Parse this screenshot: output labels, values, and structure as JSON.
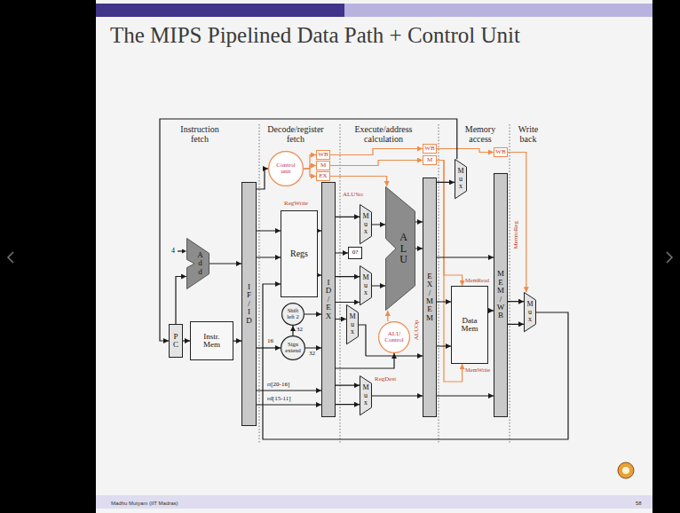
{
  "diagram": {
    "title": "The MIPS Pipelined Data Path + Control Unit",
    "nodes": [
      {
        "text": [
          "PC"
        ]
      },
      {
        "text": [
          "Instr. Mem"
        ]
      },
      {
        "text": [
          "Add"
        ]
      },
      {
        "text": [
          "IF/ID"
        ]
      },
      {
        "text": [
          "Control unit"
        ]
      },
      {
        "text": [
          "WB"
        ]
      },
      {
        "text": [
          "M"
        ]
      },
      {
        "text": [
          "EX"
        ]
      },
      {
        "text": [
          "Regs"
        ]
      },
      {
        "text": [
          "Shift left 2"
        ]
      },
      {
        "text": [
          "Sign extend"
        ]
      },
      {
        "text": [
          "ID/EX"
        ]
      },
      {
        "text": [
          "Mux"
        ]
      },
      {
        "text": [
          "0?"
        ]
      },
      {
        "text": [
          "Mux"
        ]
      },
      {
        "text": [
          "ALU"
        ]
      },
      {
        "text": [
          "ALU Control"
        ]
      },
      {
        "text": [
          "Mux"
        ]
      },
      {
        "text": [
          "Mux"
        ]
      },
      {
        "text": [
          "WB"
        ]
      },
      {
        "text": [
          "M"
        ]
      },
      {
        "text": [
          "EX/MEM"
        ]
      },
      {
        "text": [
          "Mux"
        ]
      },
      {
        "text": [
          "Data Mem"
        ]
      },
      {
        "text": [
          "WB"
        ]
      },
      {
        "text": [
          "MEM/WB"
        ]
      },
      {
        "text": [
          "Mux"
        ]
      }
    ],
    "edges": [
      {
        "from": 0,
        "to": 1,
        "arrow": "to"
      },
      {
        "from": 0,
        "to": 2,
        "arrow": "to"
      },
      {
        "from": 2,
        "to": 3,
        "arrow": "to"
      },
      {
        "from": 1,
        "to": 3,
        "arrow": "to"
      },
      {
        "from": 3,
        "to": 4,
        "arrow": "to"
      },
      {
        "from": 4,
        "to": 5,
        "arrow": "to"
      },
      {
        "from": 4,
        "to": 6,
        "arrow": "to"
      },
      {
        "from": 4,
        "to": 7,
        "arrow": "to"
      },
      {
        "from": 3,
        "to": 8,
        "arrow": "to"
      },
      {
        "from": 3,
        "to": 8,
        "arrow": "to"
      },
      {
        "from": 3,
        "to": 10,
        "arrow": "to"
      },
      {
        "from": 10,
        "to": 11,
        "arrow": "to"
      },
      {
        "from": 10,
        "to": 9,
        "arrow": "to"
      },
      {
        "from": 9,
        "to": 11,
        "arrow": "to"
      },
      {
        "from": 8,
        "to": 11,
        "arrow": "to"
      },
      {
        "from": 8,
        "to": 11,
        "arrow": "to"
      },
      {
        "from": 11,
        "to": 12,
        "arrow": "to"
      },
      {
        "from": 11,
        "to": 13,
        "arrow": "to"
      },
      {
        "from": 11,
        "to": 14,
        "arrow": "to"
      },
      {
        "from": 11,
        "to": 14,
        "arrow": "to"
      },
      {
        "from": 11,
        "to": 17,
        "arrow": "to"
      },
      {
        "from": 11,
        "to": 18,
        "arrow": "to"
      },
      {
        "from": 11,
        "to": 18,
        "arrow": "to"
      },
      {
        "from": 11,
        "to": 16,
        "arrow": "to"
      },
      {
        "from": 12,
        "to": 15,
        "arrow": "to"
      },
      {
        "from": 14,
        "to": 15,
        "arrow": "to"
      },
      {
        "from": 16,
        "to": 15,
        "arrow": "to"
      },
      {
        "from": 15,
        "to": 21,
        "arrow": "to"
      },
      {
        "from": 15,
        "to": 21,
        "arrow": "to"
      },
      {
        "from": 17,
        "to": 21,
        "arrow": "to"
      },
      {
        "from": 18,
        "to": 21,
        "arrow": "to"
      },
      {
        "from": 5,
        "to": 19,
        "arrow": "to"
      },
      {
        "from": 6,
        "to": 20,
        "arrow": "to"
      },
      {
        "from": 7,
        "to": 15,
        "arrow": "to"
      },
      {
        "from": 19,
        "to": 24,
        "arrow": "to"
      },
      {
        "from": 20,
        "to": 23,
        "arrow": "to"
      },
      {
        "from": 20,
        "to": 23,
        "arrow": "to"
      },
      {
        "from": 21,
        "to": 23,
        "arrow": "to"
      },
      {
        "from": 21,
        "to": 23,
        "arrow": "to"
      },
      {
        "from": 21,
        "to": 22,
        "arrow": "to"
      },
      {
        "from": 22,
        "to": 0,
        "arrow": "to"
      },
      {
        "from": 23,
        "to": 25,
        "arrow": "to"
      },
      {
        "from": 21,
        "to": 25,
        "arrow": "to"
      },
      {
        "from": 21,
        "to": 25,
        "arrow": "to"
      },
      {
        "from": 25,
        "to": 26,
        "arrow": "to"
      },
      {
        "from": 25,
        "to": 26,
        "arrow": "to"
      },
      {
        "from": 26,
        "to": 8,
        "arrow": "to"
      },
      {
        "from": 24,
        "to": 26,
        "arrow": "to"
      },
      {
        "from": 3,
        "to": 11,
        "label": "rt[20-16]",
        "arrow": "to"
      },
      {
        "from": 3,
        "to": 11,
        "label": "rd[15-11]",
        "arrow": "to"
      }
    ],
    "labels": [
      "Instruction fetch",
      "Decode/register fetch",
      "Execute/address calculation",
      "Memory access",
      "Write back",
      "4",
      "RegWrite",
      "ALUSrc",
      "16",
      "32",
      "32",
      "ALUOp",
      "RegDest",
      "MemRead",
      "MemWrite",
      "MemtoReg",
      "Madhu Mutyam (IIT Madras)",
      "58"
    ]
  }
}
